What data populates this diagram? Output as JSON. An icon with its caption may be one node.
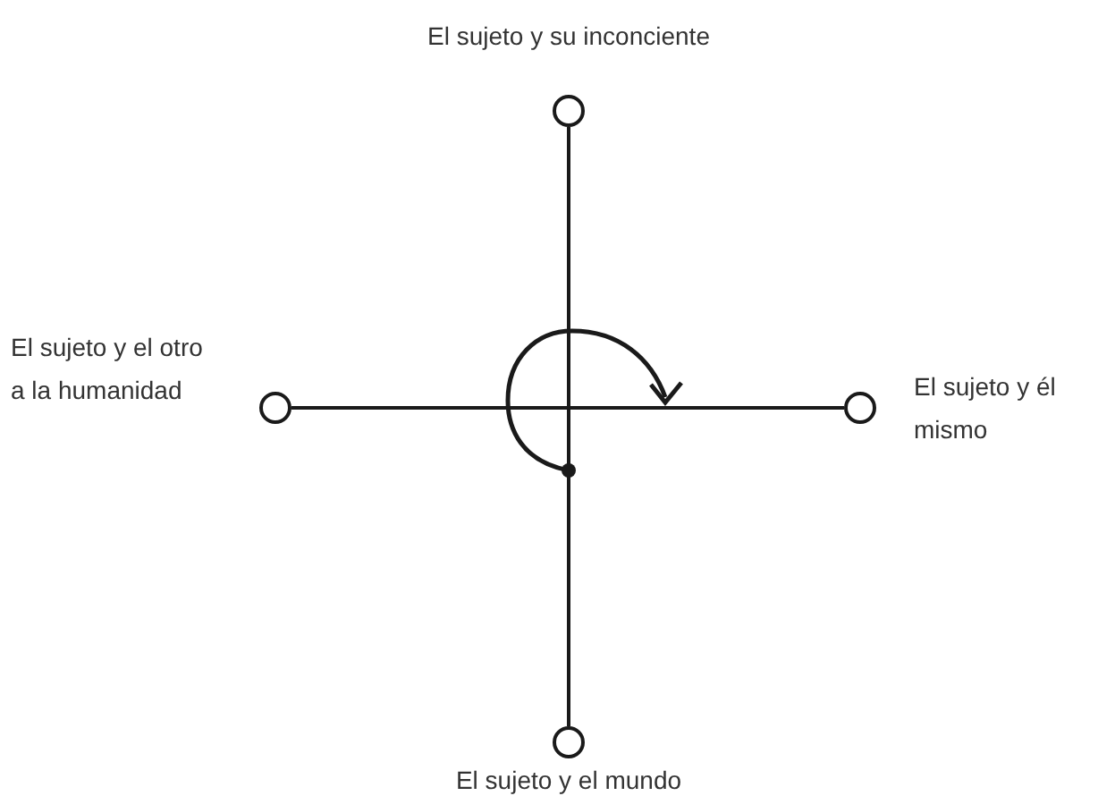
{
  "diagram": {
    "nodes": [
      {
        "text": [],
        "shape": "circle",
        "beside": [
          "El sujeto y su inconciente"
        ]
      },
      {
        "text": [],
        "shape": "circle",
        "beside": [
          "El sujeto y el otro a la humanidad"
        ]
      },
      {
        "text": [],
        "shape": "circle",
        "beside": [
          "El sujeto y él mismo"
        ]
      },
      {
        "text": [],
        "shape": "circle",
        "beside": [
          "El sujeto y el mundo"
        ]
      }
    ],
    "edges": [
      {
        "from": 0,
        "to": 3,
        "arrow": "none"
      },
      {
        "from": 1,
        "to": 2,
        "arrow": "none"
      }
    ]
  }
}
